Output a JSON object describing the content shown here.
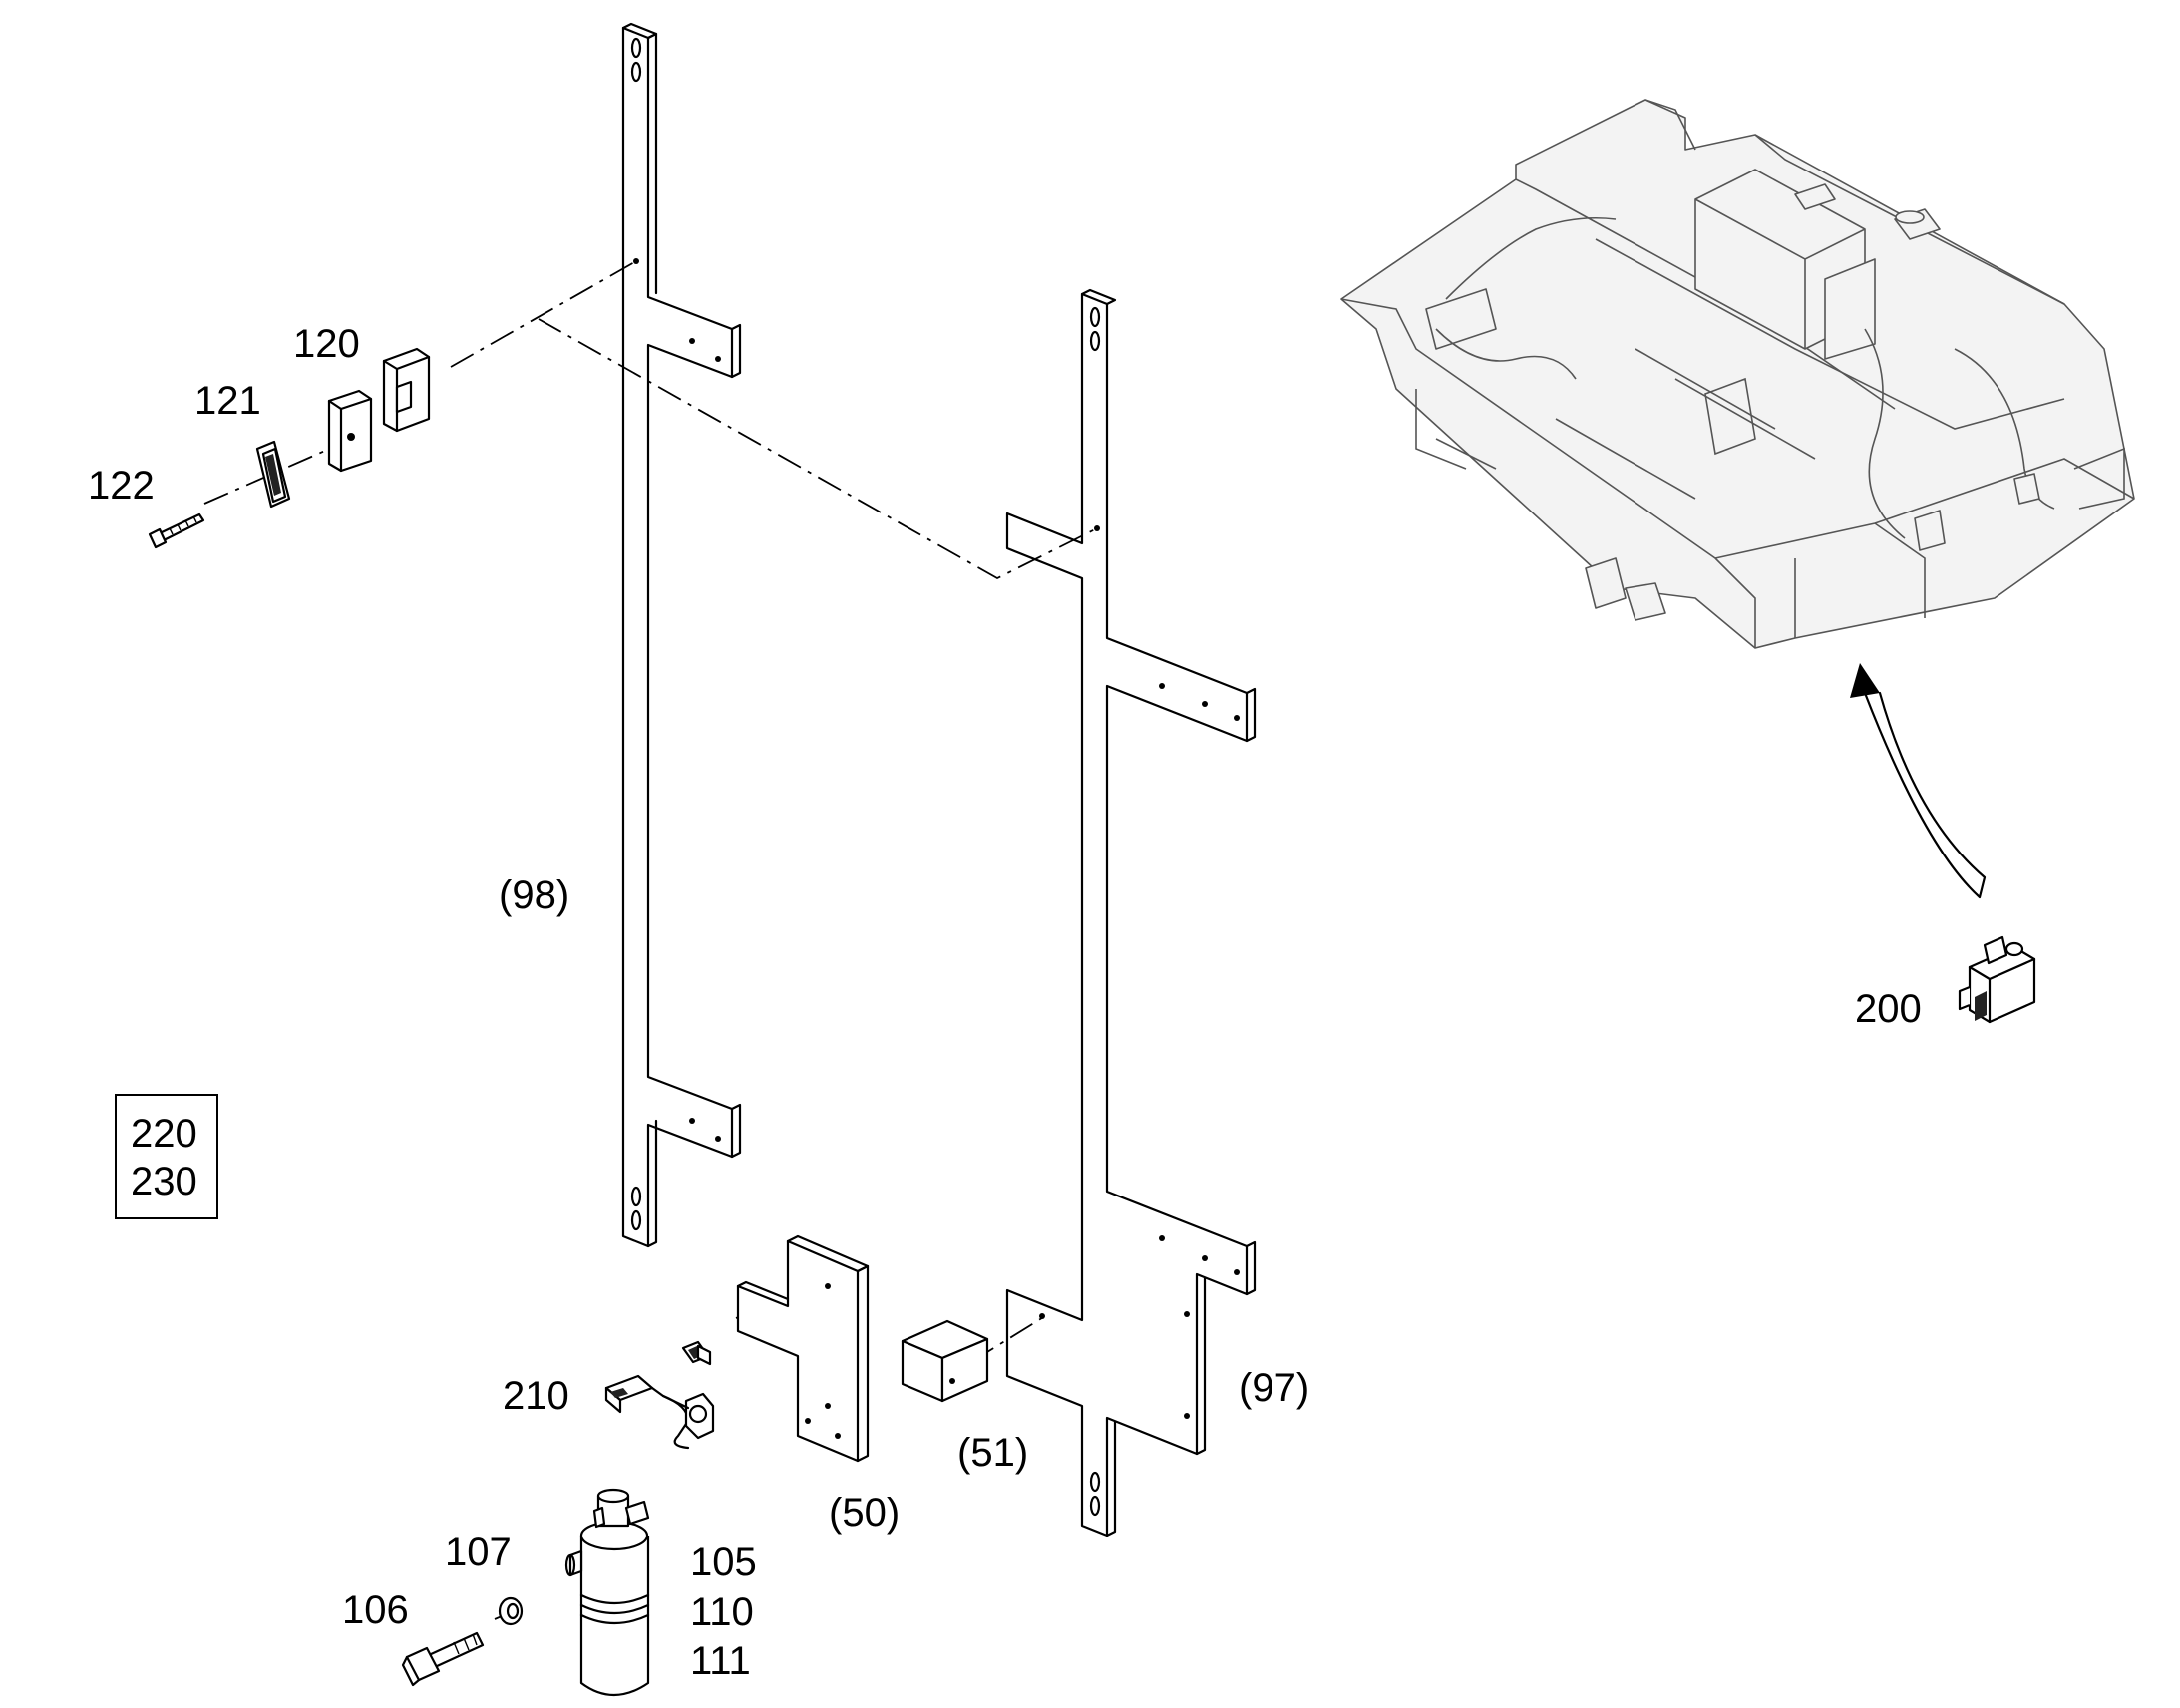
{
  "labels": {
    "p120": "120",
    "p121": "121",
    "p122": "122",
    "p98": "(98)",
    "p220": "220",
    "p230": "230",
    "p200": "200",
    "p210": "210",
    "p97": "(97)",
    "p51": "(51)",
    "p50": "(50)",
    "p107": "107",
    "p106": "106",
    "p105": "105",
    "p110": "110",
    "p111": "111"
  }
}
